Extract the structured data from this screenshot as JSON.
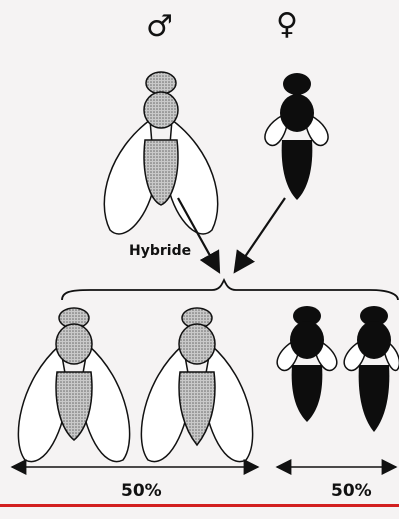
{
  "symbols": {
    "male": "♂",
    "female": "♀"
  },
  "labels": {
    "cross": "Hybride",
    "left_percent": "50%",
    "right_percent": "50%"
  },
  "colors": {
    "ink": "#111111",
    "stipple": "#9a9a9a",
    "dark_fly": "#0d0d0d",
    "wing": "#ffffff",
    "accent_rule": "#d21f1f",
    "paper": "#f5f3f3"
  }
}
